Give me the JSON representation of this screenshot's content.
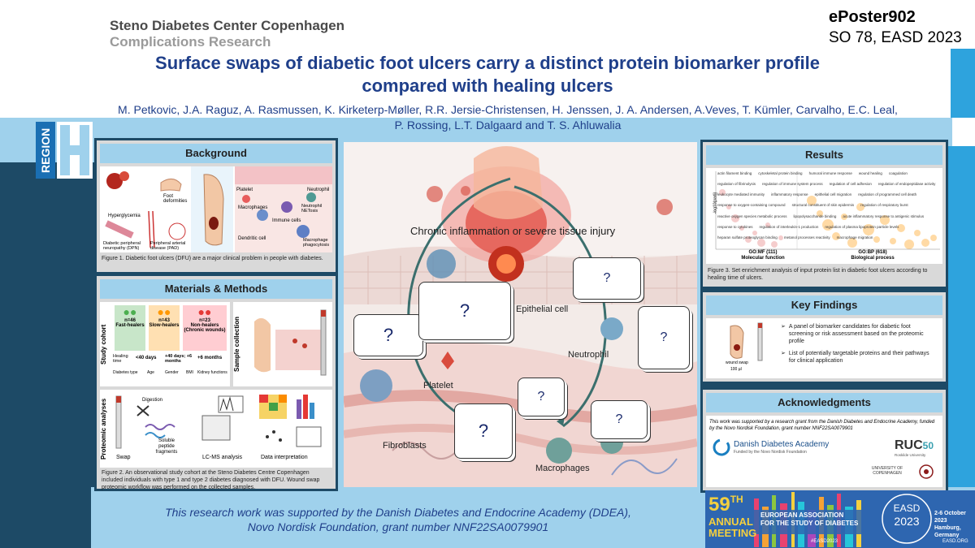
{
  "header": {
    "org": "Steno Diabetes Center Copenhagen",
    "dept": "Complications Research",
    "eposter": "ePoster902",
    "session": "SO 78, EASD 2023",
    "title_line1": "Surface swaps of diabetic foot ulcers carry a distinct protein biomarker profile",
    "title_line2": "compared with healing ulcers",
    "authors_line1": "M. Petkovic, J.A.  Raguz, A. Rasmussen, K. Kirketerp-Møller, R.R. Jersie-Christensen, H. Jenssen, J. A. Andersen, A.Veves, T. Kümler, Carvalho, E.C. Leal,",
    "authors_line2": "P. Rossing, L.T. Dalgaard and T. S. Ahluwalia"
  },
  "region_logo": "REGION",
  "background": {
    "heading": "Background",
    "labels": {
      "hyperglycemia": "Hyperglycemia",
      "foot_deformities": "Foot deformities",
      "dpn": "Diabetic peripheral neuropathy (DPN)",
      "pad": "Peripheral arterial disease (PAD)",
      "platelet": "Platelet",
      "macrophages": "Macrophages",
      "neutrophil": "Neutrophil",
      "dendritic": "Dendritic cell",
      "immune": "Immune cells",
      "neutrophil_netosis": "Neutrophil NETosis",
      "macrophage_phago": "Macrophage phagocytosis"
    },
    "caption": "Figure 1.  Diabetic foot ulcers (DFU) are a major clinical problem in people with diabetes."
  },
  "methods": {
    "heading": "Materials & Methods",
    "study_cohort": "Study cohort",
    "groups": [
      {
        "n": "n=46",
        "name": "Fast-healers",
        "time": "<40 days",
        "color": "#4caf50"
      },
      {
        "n": "n=43",
        "name": "Slow-healers",
        "time": "+40 days; +6 months",
        "color": "#ff9800"
      },
      {
        "n": "n=23",
        "name": "Non-healers (Chronic wounds)",
        "time": "+6 months",
        "color": "#e53935"
      }
    ],
    "healing_time": "Healing time",
    "covariates": [
      "Diabetes type",
      "Age",
      "Gender",
      "BMI",
      "Kidney functions"
    ],
    "sample_collection": "Sample collection",
    "proteomic_analyses": "Proteomic analyses",
    "steps": [
      "Swap",
      "Digestion",
      "Soluble peptide fragments",
      "LC-MS analysis",
      "Data interpretation"
    ],
    "caption": "Figure 2.  An observational study cohort at the Steno Diabetes Centre Copenhagen included individuals with type 1 and type 2 diabetes diagnosed with DFU. Wound swap proteomic workflow was performed on the collected samples."
  },
  "figure": {
    "banner": "Chronic inflammation or severe tissue injury",
    "labels": {
      "epithelial": "Epithelial cell",
      "neutrophil": "Neutrophil",
      "platelet": "Platelet",
      "fibroblasts": "Fibroblasts",
      "macrophages": "Macrophages"
    },
    "question": "?"
  },
  "results": {
    "heading": "Results",
    "mf_label": "GO:MF (111)",
    "mf_sub": "Molecular function",
    "bp_label": "GO:BP (618)",
    "bp_sub": "Biological process",
    "yaxis": "-log10(padj)",
    "terms": [
      "actin filament binding",
      "cytoskeletal protein binding",
      "humoral immune response",
      "wound healing",
      "coagulation",
      "regulation of fibrinolysis",
      "regulation of immune system process",
      "regulation of cell adhesion",
      "regulation of endopeptidase activity",
      "leukocyte mediated immunity",
      "inflammatory response",
      "epithelial cell migration",
      "regulation of programmed cell death",
      "response to oxygen-containing compound",
      "structural constituent of skin epidermis",
      "regulation of respiratory burst",
      "reactive oxygen species metabolic process",
      "lipopolysaccharide binding",
      "acute inflammatory response to antigenic stimulus",
      "response to cytokines",
      "regulation of interleukin-1 production",
      "regulation of plasma lipoprotein particle levels",
      "heparan sulfate proteoglycan binding",
      "metanol processes reactivity",
      "macrophage migration"
    ],
    "caption": "Figure 3. Set enrichment analysis of input protein list in diabetic foot ulcers according to healing time of ulcers."
  },
  "findings": {
    "heading": "Key Findings",
    "wound_swap": "wound swap",
    "volume": "100 µl",
    "bullets": [
      "A panel of biomarker candidates for diabetic foot screening or risk assessment based on the proteomic profile",
      "List of potentially targetable proteins and their pathways for clinical application"
    ]
  },
  "ack": {
    "heading": "Acknowledgments",
    "text": "This work was supported by a research grant from the Danish Diabetes and Endocrine Academy, funded by the Novo Nordisk Foundation,  grant number NNF22SA0079901",
    "dda_name": "Danish Diabetes Academy",
    "dda_sub": "Funded by the Novo Nordisk Foundation",
    "ruc": "RUC",
    "ruc_50": "50",
    "ruc_sub": "Roskilde University",
    "ku_line1": "UNIVERSITY OF",
    "ku_line2": "COPENHAGEN"
  },
  "support": {
    "line1": "This research work was supported by the Danish Diabetes and Endocrine Academy (DDEA),",
    "line2": "Novo Nordisk Foundation, grant number NNF22SA0079901"
  },
  "easd": {
    "number": "59",
    "th": "TH",
    "annual": "ANNUAL",
    "meeting": "MEETING",
    "assoc1": "EUROPEAN ASSOCIATION",
    "assoc2": "FOR THE STUDY OF DIABETES",
    "tag": "#EASD2023",
    "logo": "EASD",
    "year": "2023",
    "date": "2-6 October 2023",
    "place": "Hamburg, Germany",
    "web": "EASD.ORG"
  },
  "colors": {
    "title_blue": "#1f3f8a",
    "panel_head": "#9fd1ec",
    "dark_navy": "#1d4a66",
    "bright_blue": "#2ea3dd"
  }
}
